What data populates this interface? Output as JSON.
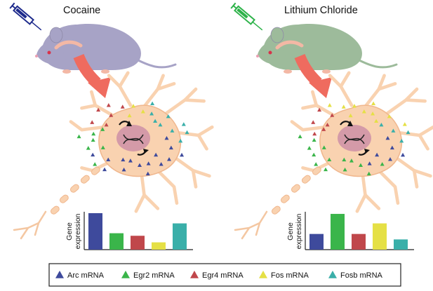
{
  "colors": {
    "arc": "#3e4a9c",
    "egr2": "#3ab54a",
    "egr4": "#c0474b",
    "fos": "#e5e045",
    "fosb": "#3aafa9",
    "neuron_fill": "#f9d2b0",
    "neuron_stroke": "#f0b78e",
    "nucleus": "#d49aa8",
    "arrow": "#ef6b5f",
    "cocaine_mouse": "#a7a3c6",
    "lithium_mouse": "#9dbb9b",
    "cocaine_syringe": "#1e2b8c",
    "lithium_syringe": "#2eb34a"
  },
  "panels": [
    {
      "title": "Cocaine",
      "mouse_color": "cocaine_mouse",
      "syringe_color": "cocaine_syringe",
      "chart_ylabel": "Gene expression",
      "bars": [
        {
          "gene": "Arc",
          "level": 1.0
        },
        {
          "gene": "Egr2",
          "level": 0.45
        },
        {
          "gene": "Egr4",
          "level": 0.38
        },
        {
          "gene": "Fos",
          "level": 0.2
        },
        {
          "gene": "Fosb",
          "level": 0.72
        }
      ]
    },
    {
      "title": "Lithium Chloride",
      "mouse_color": "lithium_mouse",
      "syringe_color": "lithium_syringe",
      "chart_ylabel": "Gene expression",
      "bars": [
        {
          "gene": "Arc",
          "level": 0.43
        },
        {
          "gene": "Egr2",
          "level": 0.98
        },
        {
          "gene": "Egr4",
          "level": 0.43
        },
        {
          "gene": "Fos",
          "level": 0.72
        },
        {
          "gene": "Fosb",
          "level": 0.28
        }
      ]
    }
  ],
  "legend": [
    {
      "label": "Arc mRNA",
      "color": "arc"
    },
    {
      "label": "Egr2 mRNA",
      "color": "egr2"
    },
    {
      "label": "Egr4 mRNA",
      "color": "egr4"
    },
    {
      "label": "Fos mRNA",
      "color": "fos"
    },
    {
      "label": "Fosb mRNA",
      "color": "fosb"
    }
  ]
}
